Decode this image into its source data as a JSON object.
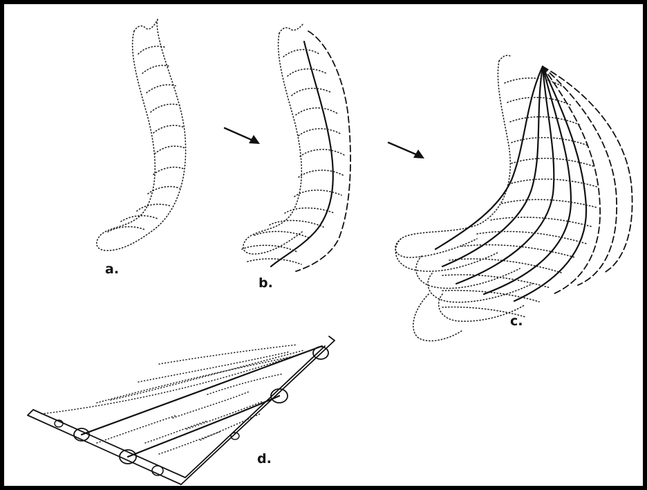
{
  "panels": {
    "a": {
      "label": "a."
    },
    "b": {
      "label": "b."
    },
    "c": {
      "label": "c."
    },
    "d": {
      "label": "d."
    }
  },
  "colors": {
    "frame": "#000000",
    "ink": "#111111",
    "background": "#ffffff"
  }
}
